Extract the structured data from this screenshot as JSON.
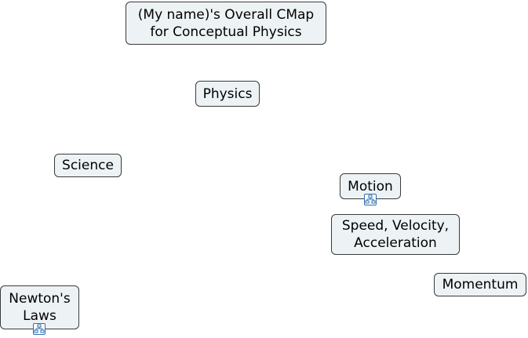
{
  "concepts": {
    "title": "(My name)'s Overall CMap\nfor Conceptual Physics",
    "physics": "Physics",
    "science": "Science",
    "motion": "Motion",
    "speed": "Speed, Velocity,\nAcceleration",
    "momentum": "Momentum",
    "newtons_laws": "Newton's\nLaws"
  },
  "icons": {
    "motion_link": "cmap-link-icon",
    "newtons_laws_link": "cmap-link-icon"
  },
  "colors": {
    "node_fill": "#edf3f5",
    "node_border": "#3a3a3a",
    "icon_border": "#2f6fb0"
  }
}
